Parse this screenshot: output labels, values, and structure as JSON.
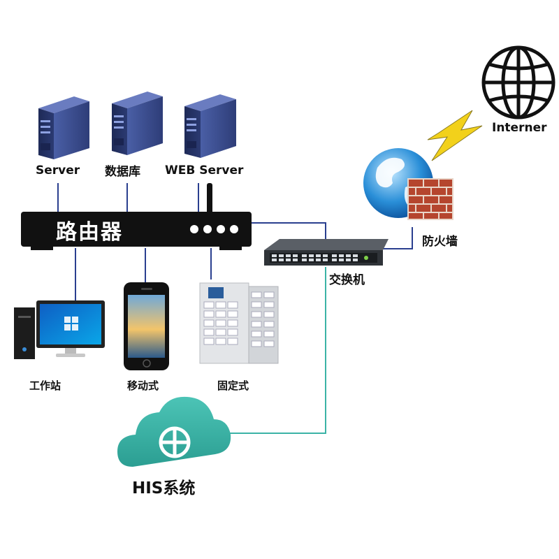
{
  "labels": {
    "server": "Server",
    "database": "数据库",
    "web_server": "WEB Server",
    "router": "路由器",
    "switch": "交换机",
    "firewall": "防火墙",
    "internet": "Interner",
    "workstation": "工作站",
    "mobile": "移动式",
    "fixed": "固定式",
    "his": "HIS系统"
  },
  "icons": [
    "server-icon",
    "database-server-icon",
    "web-server-icon",
    "router-icon",
    "antenna-icon",
    "switch-icon",
    "globe-icon",
    "brick-wall-icon",
    "lightning-icon",
    "internet-globe-icon",
    "desktop-computer-icon",
    "smartphone-icon",
    "locker-cabinet-icon",
    "cloud-plus-icon"
  ],
  "colors": {
    "server_body": "#3b4d8f",
    "router_body": "#111111",
    "link_line": "#2a3f8f",
    "cloud_teal": "#3bb3a6",
    "brick_red": "#b5452e",
    "bolt_yellow": "#f2d11b"
  }
}
